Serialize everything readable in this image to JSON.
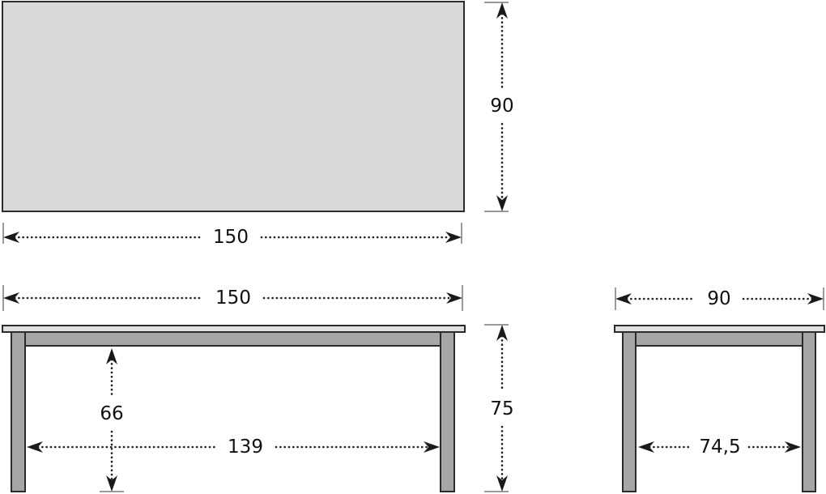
{
  "colors": {
    "tabletop_plan": "#d9d9d9",
    "tabletop_edge": "#e0e0e0",
    "frame": "#a6a6a6",
    "outline": "#2b2b2b",
    "dimension": "#222222"
  },
  "top_view": {
    "width_label": "150",
    "depth_label": "90"
  },
  "front_view": {
    "length_label": "150",
    "height_label": "75",
    "clearance_height_label": "66",
    "leg_span_label": "139"
  },
  "side_view": {
    "width_label": "90",
    "leg_span_label": "74,5"
  }
}
